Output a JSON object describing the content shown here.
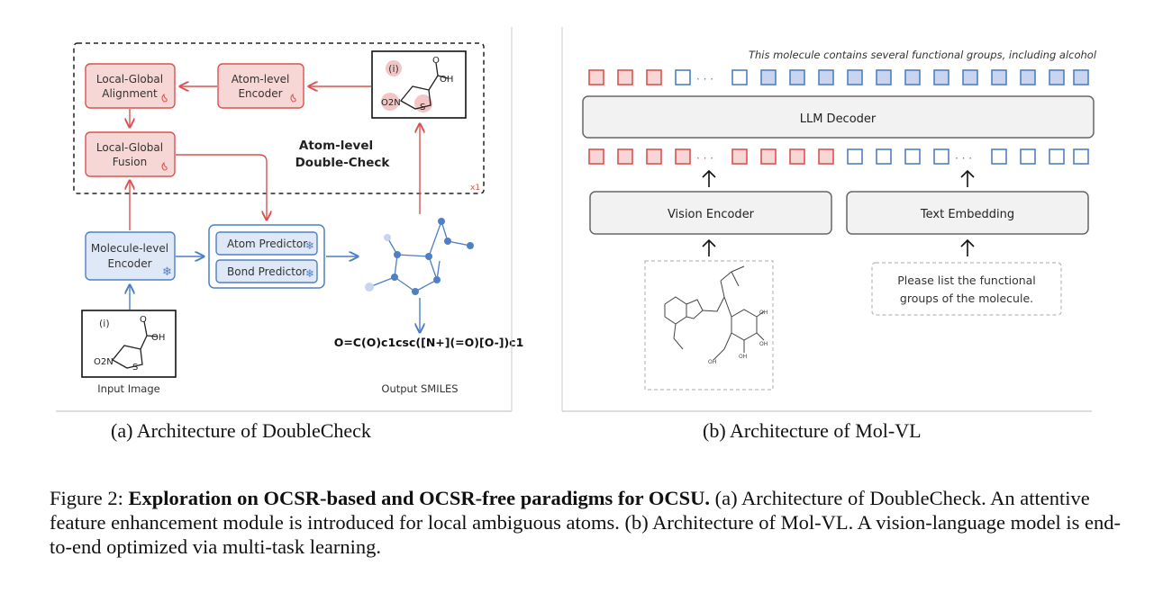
{
  "left": {
    "local_global_alignment": [
      "Local-Global",
      "Alignment"
    ],
    "atom_level_encoder": [
      "Atom-level",
      "Encoder"
    ],
    "local_global_fusion": [
      "Local-Global",
      "Fusion"
    ],
    "double_check_label": [
      "Atom-level",
      "Double-Check"
    ],
    "loop_count": "x1",
    "molecule_encoder": [
      "Molecule-level",
      "Encoder"
    ],
    "atom_predictor": "Atom Predictor",
    "bond_predictor": "Bond Predictor",
    "input_image_label": "Input Image",
    "output_smiles_label": "Output SMILES",
    "smiles": "O=C(O)c1csc([N+](=O)[O-])c1",
    "roi_marker": "(i)",
    "mol_labels": {
      "oh": "OH",
      "o": "O",
      "o2n": "O2N",
      "s": "S"
    }
  },
  "right": {
    "output_text": "This molecule contains several functional groups, including  alcohol",
    "llm_decoder": "LLM Decoder",
    "vision_encoder": "Vision Encoder",
    "text_embedding": "Text Embedding",
    "prompt": [
      "Please list the functional",
      "groups of the molecule."
    ]
  },
  "captions": {
    "a": "(a) Architecture of DoubleCheck",
    "b": "(b) Architecture of Mol-VL",
    "figure_label": "Figure 2:",
    "figure_bold": "Exploration on OCSR-based and OCSR-free paradigms for OCSU.",
    "figure_rest": " (a) Architecture of DoubleCheck. An attentive feature enhancement module is introduced for local ambiguous atoms. (b) Architecture of Mol-VL. A vision-language model is end-to-end optimized via multi-task learning."
  },
  "colors": {
    "red": "#d9534f",
    "blue": "#4f7fc4",
    "red_fill": "#f7d6d6",
    "blue_fill": "#dfe8f7",
    "blue_token": "#c9d5ee"
  }
}
